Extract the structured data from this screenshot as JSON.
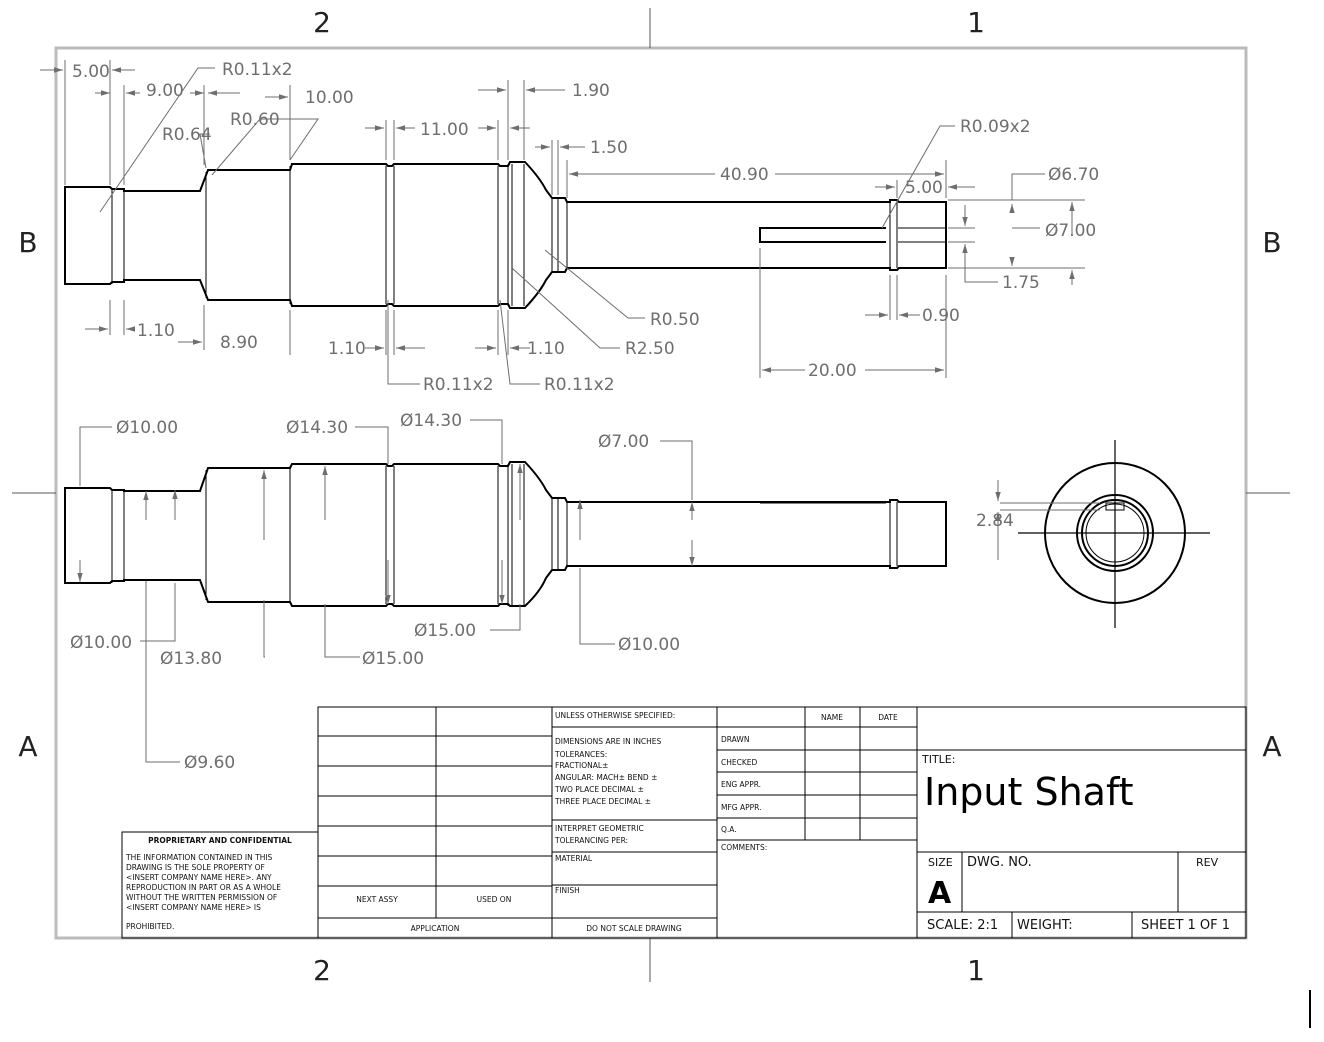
{
  "zones": {
    "top_left": "2",
    "top_right": "1",
    "bottom_left": "2",
    "bottom_right": "1",
    "left_b": "B",
    "left_a": "A",
    "right_b": "B",
    "right_a": "A"
  },
  "dims": {
    "d500": "5.00",
    "d900": "9.00",
    "r011a": "R0.11x2",
    "d1000": "10.00",
    "d190": "1.90",
    "r064": "R0.64",
    "r060": "R0.60",
    "d1100": "11.00",
    "d150": "1.50",
    "r009": "R0.09x2",
    "d4090": "40.90",
    "d500b": "5.00",
    "p670": "Ø6.70",
    "p700": "Ø7.00",
    "d175": "1.75",
    "d110a": "1.10",
    "d890": "8.90",
    "d110b": "1.10",
    "d110c": "1.10",
    "r050": "R0.50",
    "r250": "R2.50",
    "d090": "0.90",
    "d2000": "20.00",
    "r011b": "R0.11x2",
    "r011c": "R0.11x2",
    "p1000a": "Ø10.00",
    "p1430a": "Ø14.30",
    "p1430b": "Ø14.30",
    "p700b": "Ø7.00",
    "d284": "2.84",
    "p1500a": "Ø15.00",
    "p1000b": "Ø10.00",
    "p1000c": "Ø10.00",
    "p1380": "Ø13.80",
    "p1500b": "Ø15.00",
    "p960": "Ø9.60"
  },
  "title_block": {
    "unless": "UNLESS OTHERWISE SPECIFIED:",
    "dims_in": "DIMENSIONS ARE IN INCHES",
    "tol": "TOLERANCES:",
    "frac": "FRACTIONAL±",
    "ang": "ANGULAR: MACH±   BEND ±",
    "two": "TWO PLACE DECIMAL   ±",
    "three": "THREE PLACE DECIMAL  ±",
    "interp": "INTERPRET GEOMETRIC",
    "tolper": "TOLERANCING PER:",
    "material": "MATERIAL",
    "finish": "FINISH",
    "noscale": "DO NOT SCALE DRAWING",
    "name": "NAME",
    "date": "DATE",
    "drawn": "DRAWN",
    "checked": "CHECKED",
    "eng": "ENG APPR.",
    "mfg": "MFG APPR.",
    "qa": "Q.A.",
    "comments": "COMMENTS:",
    "title_label": "TITLE:",
    "title": "Input Shaft",
    "size_label": "SIZE",
    "dwg_label": "DWG. NO.",
    "rev_label": "REV",
    "size": "A",
    "scale": "SCALE: 2:1",
    "weight": "WEIGHT:",
    "sheet": "SHEET 1 OF 1",
    "next_assy": "NEXT ASSY",
    "used_on": "USED ON",
    "application": "APPLICATION",
    "prop_title": "PROPRIETARY AND CONFIDENTIAL",
    "prop_lines": [
      "THE INFORMATION CONTAINED IN THIS",
      "DRAWING IS THE SOLE PROPERTY OF",
      "<INSERT COMPANY NAME HERE>. ANY",
      "REPRODUCTION IN PART OR AS A WHOLE",
      "WITHOUT THE WRITTEN PERMISSION OF",
      "<INSERT COMPANY NAME HERE> IS",
      "PROHIBITED."
    ]
  }
}
